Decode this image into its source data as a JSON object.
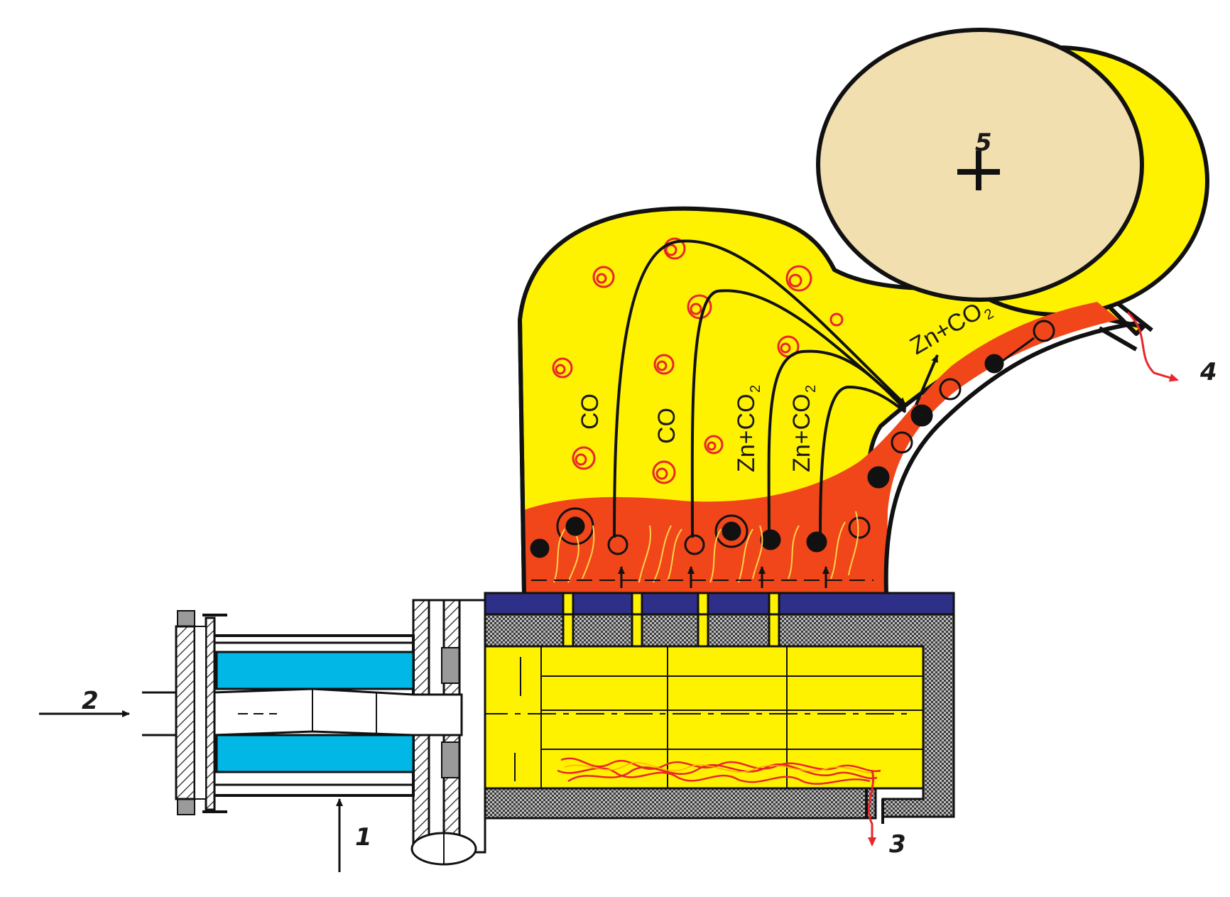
{
  "labels": {
    "n1": "1",
    "n2": "2",
    "n3": "3",
    "n4": "4",
    "n5": "5"
  },
  "gases": {
    "co_a": "CO",
    "co_b": "CO",
    "zn_co2_base": "Zn+CO",
    "co2_subscript": "2"
  },
  "colors": {
    "gas_zone": "#fff200",
    "bed_zone": "#f0461a",
    "drum": "#f2dfb0",
    "water_jacket": "#00b7e6",
    "grate_plate": "#2e2f88",
    "flow_red": "#e8262b"
  }
}
